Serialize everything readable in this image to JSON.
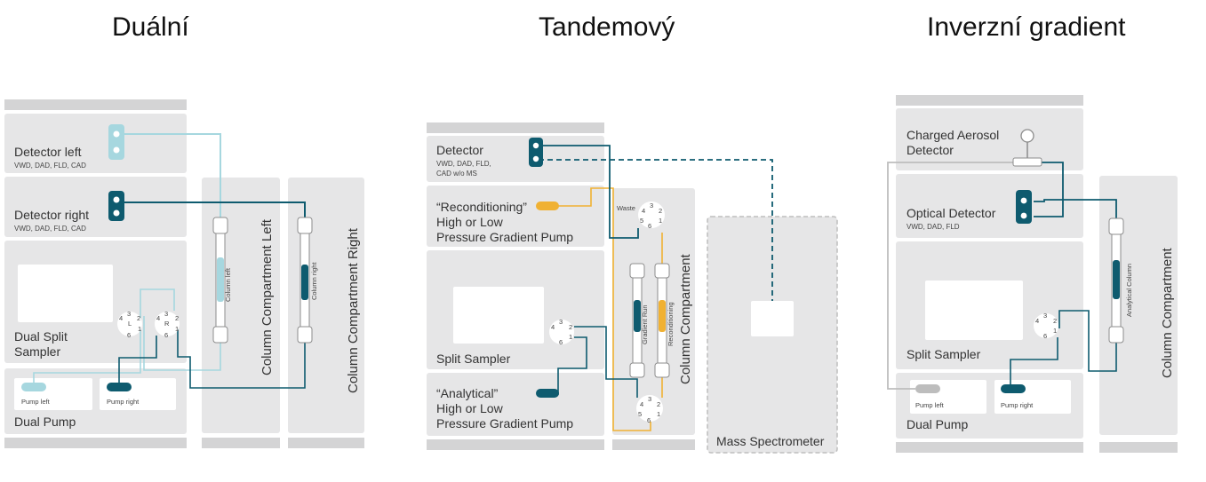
{
  "titles": {
    "dual": "Duální",
    "tandem": "Tandemový",
    "inverse": "Inverzní gradient"
  },
  "colors": {
    "light_blue": "#a6d7df",
    "dark_teal": "#0e5b6f",
    "orange": "#f0b133",
    "gray_module": "#e6e6e7",
    "gray_bar": "#d4d4d5"
  },
  "dual": {
    "detector_left": "Detector left",
    "detector_left_sub": "VWD, DAD, FLD, CAD",
    "detector_right": "Detector right",
    "detector_right_sub": "VWD, DAD, FLD, CAD",
    "sampler_line1": "Dual Split",
    "sampler_line2": "Sampler",
    "pump": "Dual Pump",
    "pump_left": "Pump left",
    "pump_right": "Pump right",
    "column_left": "Column left",
    "column_right": "Column right",
    "compartment_left": "Column Compartment Left",
    "compartment_right": "Column Compartment Right",
    "valve_left_letter": "L",
    "valve_right_letter": "R",
    "port_1": "1",
    "port_2": "2",
    "port_3": "3",
    "port_4": "4",
    "port_6": "6"
  },
  "tandem": {
    "detector": "Detector",
    "detector_sub1": "VWD, DAD, FLD,",
    "detector_sub2": "CAD w/o MS",
    "recond_line1": "“Reconditioning”",
    "recond_line2": "High or Low",
    "recond_line3": "Pressure Gradient Pump",
    "sampler": "Split Sampler",
    "analytical_line1": "“Analytical”",
    "analytical_line2": "High or Low",
    "analytical_line3": "Pressure Gradient Pump",
    "waste": "Waste",
    "gradient_run": "Gradient Run",
    "reconditioning": "Reconditioning",
    "compartment": "Column Compartment",
    "ms": "Mass Spectrometer",
    "port_1": "1",
    "port_2": "2",
    "port_3": "3",
    "port_4": "4",
    "port_5": "5",
    "port_6": "6"
  },
  "inverse": {
    "cad_line1": "Charged Aerosol",
    "cad_line2": "Detector",
    "optical_detector": "Optical Detector",
    "optical_sub": "VWD, DAD, FLD",
    "sampler": "Split Sampler",
    "pump": "Dual Pump",
    "pump_left": "Pump left",
    "pump_right": "Pump right",
    "analytical_column": "Analytical Column",
    "compartment": "Column Compartment",
    "port_1": "1",
    "port_2": "2",
    "port_3": "3",
    "port_4": "4",
    "port_6": "6"
  }
}
